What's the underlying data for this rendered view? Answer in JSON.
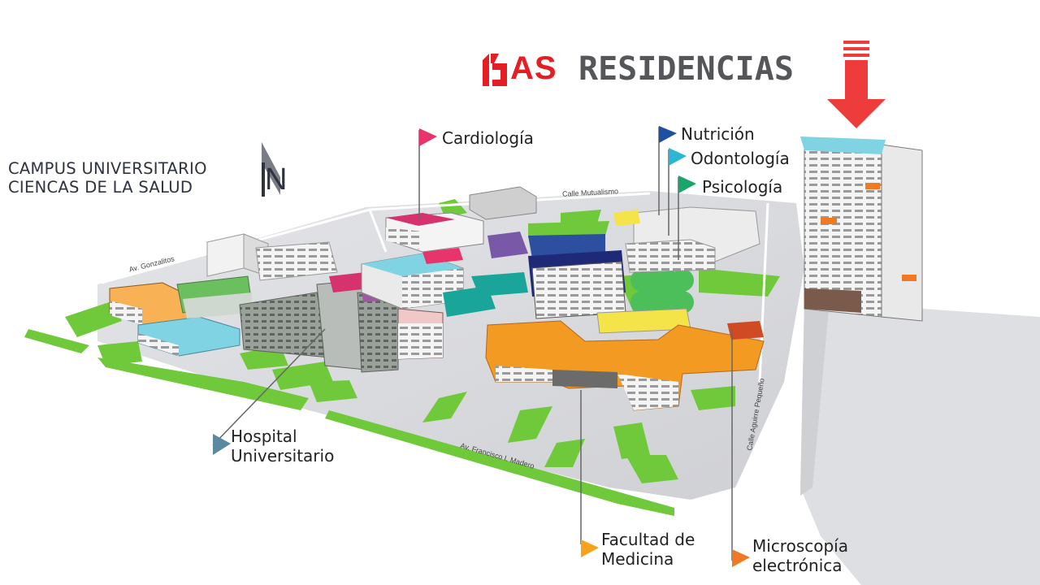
{
  "brand": {
    "prefix": "AS",
    "name": "RESIDENCIAS",
    "accent": "#e31e24",
    "text_color": "#55565a"
  },
  "campus": {
    "line1": "CAMPUS UNIVERSITARIO",
    "line2": "CIENCAS DE LA SALUD",
    "north": "N"
  },
  "landmarks": [
    {
      "label": "Cardiología",
      "color": "#e8336b"
    },
    {
      "label": "Nutrición",
      "color": "#1d4fa3"
    },
    {
      "label": "Odontología",
      "color": "#2bb6d4"
    },
    {
      "label": "Psicología",
      "color": "#1aa56a"
    },
    {
      "label": "Hospital\nUniversitario",
      "color": "#5b8aa0"
    },
    {
      "label": "Facultad de\nMedicina",
      "color": "#f6a21b"
    },
    {
      "label": "Microscopía\nelectrónica",
      "color": "#f07a23"
    }
  ],
  "streets": {
    "north": "Calle Mutualismo",
    "west": "Av. Gonzalitos",
    "south": "Av. Francisco I. Madero",
    "east": "Calle Aguirre Pequeño"
  },
  "colors": {
    "grass": "#6fc93a",
    "pavement": "#dcdde0",
    "building": "#f0f0f0",
    "orange": "#f39a23"
  }
}
